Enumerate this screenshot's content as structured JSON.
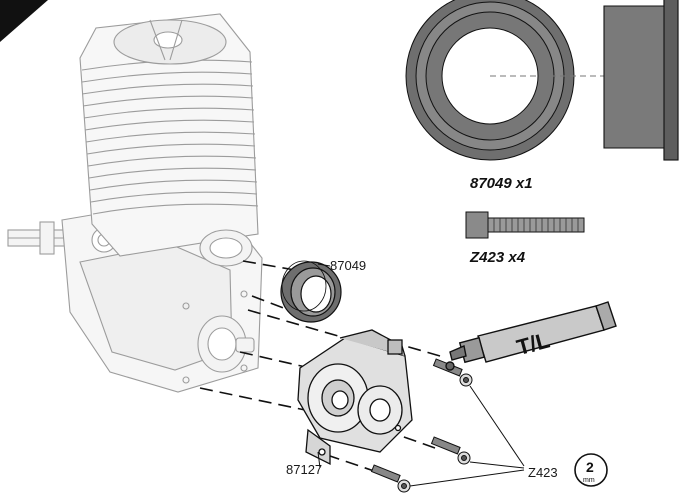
{
  "callouts": {
    "bearing_holder": "87049",
    "back_plate": "87127",
    "screws": "Z423"
  },
  "parts_box": {
    "bearing_holder_qty": "87049  x1",
    "screw_qty": "Z423  x4"
  },
  "threadlock_label": "T/L",
  "hex_tool": {
    "size": "2",
    "unit": "mm"
  }
}
